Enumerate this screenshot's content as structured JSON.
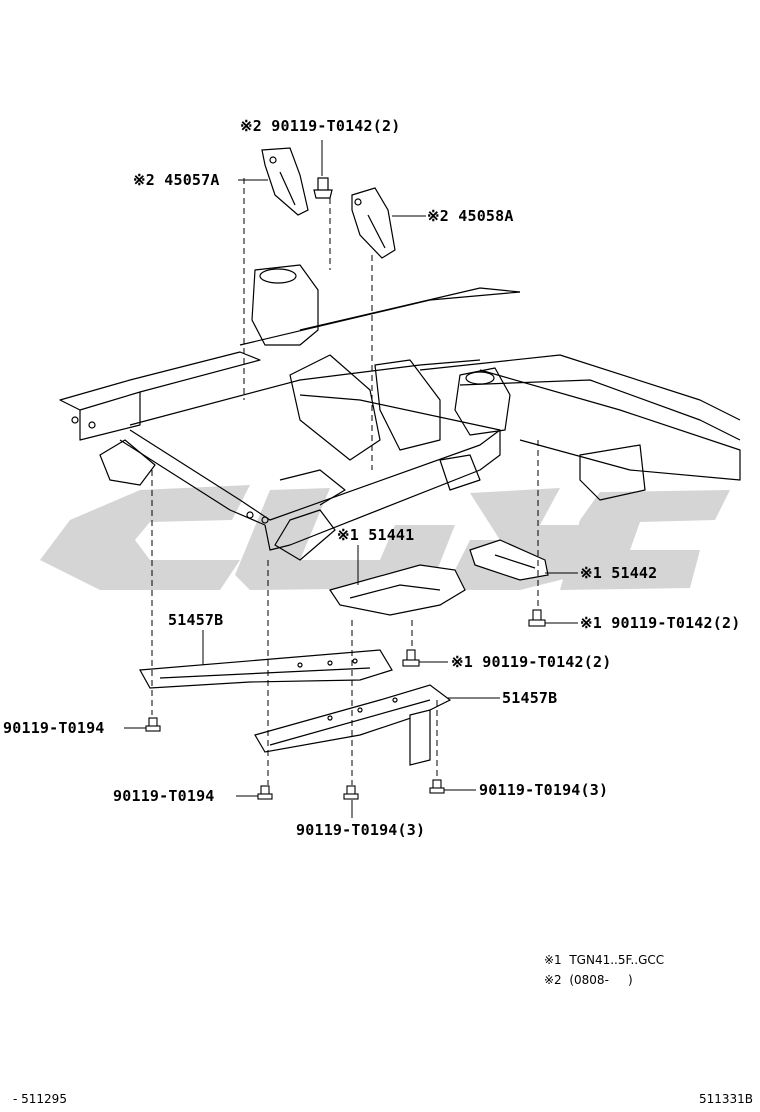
{
  "callouts": [
    {
      "id": "c1",
      "text": "※2 90119-T0142(2)"
    },
    {
      "id": "c2",
      "text": "※2 45057A"
    },
    {
      "id": "c3",
      "text": "※2 45058A"
    },
    {
      "id": "c4",
      "text": "※1 51441"
    },
    {
      "id": "c5",
      "text": "※1 51442"
    },
    {
      "id": "c6",
      "text": "51457B"
    },
    {
      "id": "c7",
      "text": "※1 90119-T0142(2)"
    },
    {
      "id": "c8",
      "text": "※1 90119-T0142(2)"
    },
    {
      "id": "c9",
      "text": "51457B"
    },
    {
      "id": "c10",
      "text": "90119-T0194"
    },
    {
      "id": "c11",
      "text": "90119-T0194"
    },
    {
      "id": "c12",
      "text": "90119-T0194(3)"
    },
    {
      "id": "c13",
      "text": "90119-T0194(3)"
    }
  ],
  "notes": [
    {
      "mark": "※1",
      "text": "TGN41..5F..GCC"
    },
    {
      "mark": "※2",
      "text": "(0808-     )"
    }
  ],
  "footer": {
    "left": "- 511295",
    "right": "511331B"
  },
  "colors": {
    "line": "#000000",
    "watermark": "#d3d3d3",
    "background": "#ffffff"
  }
}
